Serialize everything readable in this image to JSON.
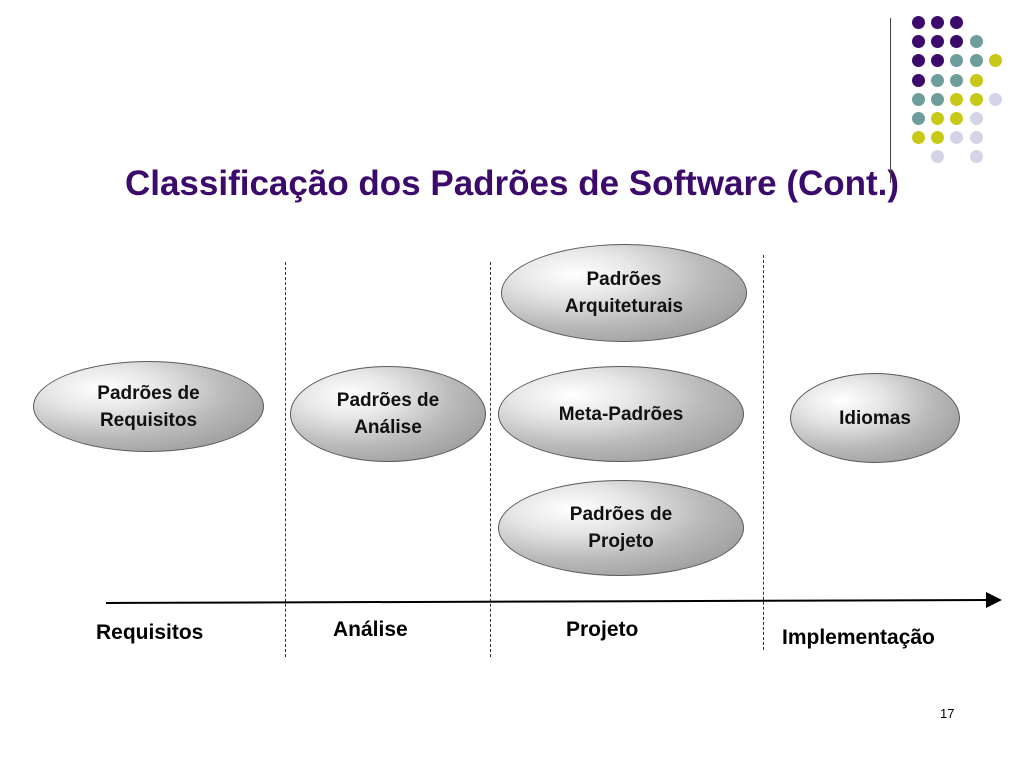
{
  "slide": {
    "title": "Classificação dos Padrões de Software (Cont.)",
    "page_number": "17"
  },
  "palette": {
    "purple": "#3b0a6b",
    "teal": "#6e9e9c",
    "lime": "#c8c818",
    "lavender": "#d4d4e8"
  },
  "patterns": {
    "requisitos": "Padrões de\nRequisitos",
    "analise": "Padrões de\nAnálise",
    "arquiteturais": "Padrões\nArquiteturais",
    "meta": "Meta-Padrões",
    "projeto": "Padrões de\nProjeto",
    "idiomas": "Idiomas"
  },
  "stages": {
    "requisitos": "Requisitos",
    "analise": "Análise",
    "projeto": "Projeto",
    "implementacao": "Implementação"
  }
}
